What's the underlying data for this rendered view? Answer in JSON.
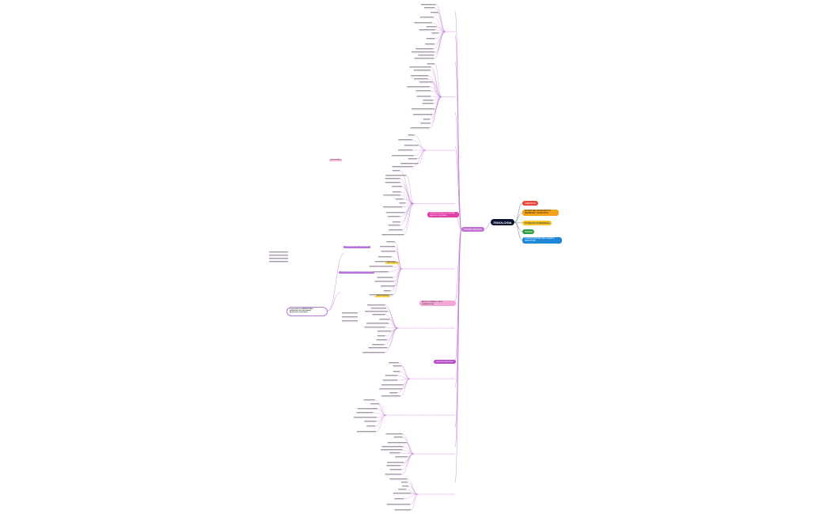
{
  "root": {
    "title": "FISIOLOGIA"
  },
  "topics": [
    {
      "label": "OMEOSTASI",
      "color": "#e8453c"
    },
    {
      "label": "LE BASI DEL TRASPORTO DI MEMBRANA, TRASPORTO",
      "color": "#f4a21a"
    },
    {
      "label": "POTENZIALI DI MEMBRANA",
      "color": "#f2c12e"
    },
    {
      "label": "SINAPSI",
      "color": "#2e9e44"
    },
    {
      "label": "COMUNICAZIONE CELLULARE E RECETTORI",
      "color": "#1e88d8"
    },
    {
      "label": "SISTEMA NERVOSO",
      "color": "#c070d0"
    }
  ],
  "branches": [
    {
      "label": "ORGANIZZAZIONE DEL SISTEMA NERVOSO CENTRALE",
      "color": "#e040a8"
    },
    {
      "label": "MIDOLLO SPINALE E VIE DI TRASMISSIONE",
      "color": "#e048b8"
    },
    {
      "label": "SISTEMA SENSORIALE",
      "color": "#b84ac8"
    }
  ],
  "callout": {
    "line1": "L'apprendimento MEMORIZZATO",
    "line2": "(movimento non intenzionale)",
    "line3": "(movimento involontario)"
  },
  "highlights": [
    {
      "label": "Organizzazione della risposta motoria",
      "color": "#b873d8"
    },
    {
      "label": "attività volontaria",
      "color": "#f2d24a"
    },
    {
      "label": "Corteccia premotoria e area motoria supplementare",
      "color": "#b873d8"
    },
    {
      "label": "attività involontaria",
      "color": "#f2d24a"
    },
    {
      "label": "sistema limbico",
      "color": "#f7b6d8"
    }
  ]
}
